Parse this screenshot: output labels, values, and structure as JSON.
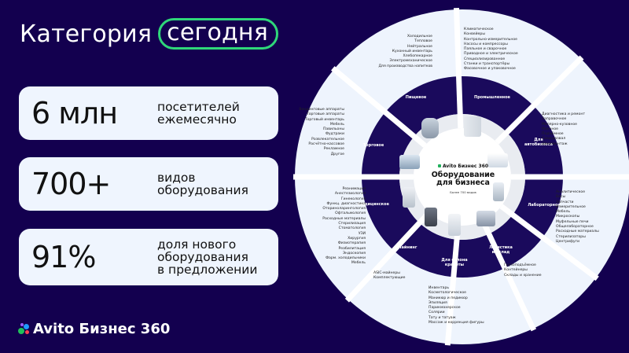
{
  "title": {
    "main": "Категория",
    "highlight": "сегодня"
  },
  "colors": {
    "background": "#13004f",
    "card": "#eff5fe",
    "accent_green": "#2fd77a",
    "ring_dark": "#1a0a5c",
    "ring_light": "#eef4fd"
  },
  "stats": [
    {
      "value": "6 млн",
      "lines": [
        "посетителей",
        "ежемесячно"
      ]
    },
    {
      "value": "700+",
      "lines": [
        "видов",
        "оборудования"
      ]
    },
    {
      "value": "91%",
      "lines": [
        "доля нового",
        "оборудования",
        "в предложении"
      ]
    }
  ],
  "footer_logo": {
    "text": "Avito Бизнес 360",
    "icon": "avito-dots-icon"
  },
  "wheel": {
    "center": {
      "brand": "Avito Бизнес 360",
      "heading_lines": [
        "Оборудование",
        "для бизнеса"
      ],
      "subtitle": "Более 700 видов"
    },
    "sectors": [
      {
        "label": [
          "Промышленное"
        ],
        "items": [
          "Климатическое",
          "Конвейеры",
          "Контрольно-измерительное",
          "Насосы и компрессоры",
          "Паяльное и сварочное",
          "Приводное и электрическое",
          "Специализированное",
          "Станки и транспортёры",
          "Фасовочное и упаковочное"
        ]
      },
      {
        "label": [
          "Для",
          "автобизнеса"
        ],
        "items": [
          "Диагностика и ремонт",
          "Заправочное",
          "Малярно-кузовное",
          "Моечное",
          "Подъёмное",
          "Сход-развал",
          "Шиномонтаж"
        ]
      },
      {
        "label": [
          "Лабораторное"
        ],
        "items": [
          "Аналитическое",
          "Весы",
          "Запчасти",
          "Измерительное",
          "Мебель",
          "Микроскопы",
          "Муфельные печи",
          "Общелабораторное",
          "Расходные материалы",
          "Стерилизаторы",
          "Центрифуги"
        ]
      },
      {
        "label": [
          "Логистика",
          "и склад"
        ],
        "items": [
          "Грузоподъёмное",
          "Контейнеры",
          "Склады и хранение"
        ]
      },
      {
        "label": [
          "Для салона",
          "красоты"
        ],
        "items": [
          "Инвентарь",
          "Косметологическое",
          "Маникюр и педикюр",
          "Эпиляция",
          "Парикмахерское",
          "Солярии",
          "Тату и татуаж",
          "Массаж и коррекция фигуры"
        ]
      },
      {
        "label": [
          "Майнинг"
        ],
        "items": [
          "ASIC-майнеры",
          "Комплектующие"
        ]
      },
      {
        "label": [
          "Медицинское"
        ],
        "items": [
          "Реанимация",
          "Анестезиология",
          "Гинекология",
          "Функц. диагностика",
          "Оториноларингология",
          "Офтальмология",
          "Расходные материалы",
          "Стерилизация",
          "Стоматология",
          "УЗИ",
          "Хирургия",
          "Физиотерапия",
          "Реабилитация",
          "Эндоскопия",
          "Фарм. холодильники",
          "Мебель"
        ]
      },
      {
        "label": [
          "Торговое"
        ],
        "items": [
          "Вендинговые аппараты",
          "Торговые аппараты",
          "Торговый инвентарь",
          "Мебель",
          "Павильоны",
          "Фудтраки",
          "Развлекательное",
          "Расчётно-кассовое",
          "Рекламное",
          "Другое"
        ]
      },
      {
        "label": [
          "Пищевое"
        ],
        "items": [
          "Холодильное",
          "Тепловое",
          "Нейтральное",
          "Кухонный инвентарь",
          "Хлебопекарное",
          "Электромеханическое",
          "Для производства напитков"
        ]
      }
    ]
  }
}
